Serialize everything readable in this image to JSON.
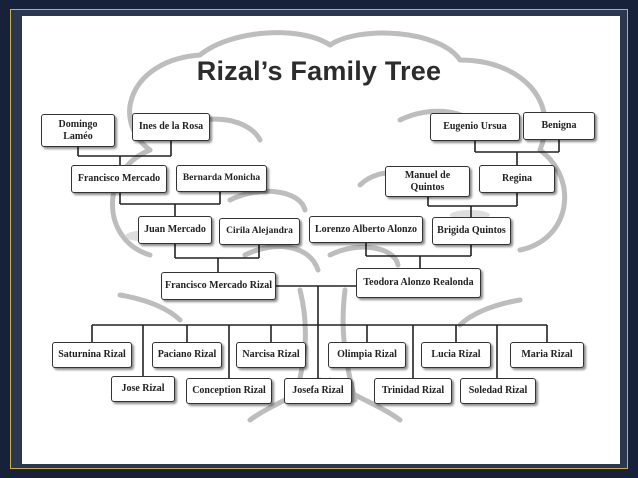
{
  "title": "Rizal’s Family Tree",
  "people": {
    "domingo": "Domingo Laméo",
    "ines": "Ines de la Rosa",
    "eugenio": "Eugenio Ursua",
    "benigna": "Benigna",
    "francisco_m": "Francisco Mercado",
    "bernarda": "Bernarda Monicha",
    "manuel": "Manuel de Quintos",
    "regina": "Regina",
    "juan": "Juan Mercado",
    "cirila": "Cirila Alejandra",
    "lorenzo": "Lorenzo Alberto Alonzo",
    "brigida": "Brigida Quintos",
    "francisco_r": "Francisco Mercado Rizal",
    "teodora": "Teodora Alonzo Realonda",
    "saturnina": "Saturnina Rizal",
    "paciano": "Paciano Rizal",
    "narcisa": "Narcisa Rizal",
    "olimpia": "Olimpia Rizal",
    "lucia": "Lucia Rizal",
    "maria": "Maria Rizal",
    "jose": "Jose Rizal",
    "concepcion": "Conception Rizal",
    "josefa": "Josefa Rizal",
    "trinidad": "Trinidad Rizal",
    "soledad": "Soledad Rizal"
  }
}
